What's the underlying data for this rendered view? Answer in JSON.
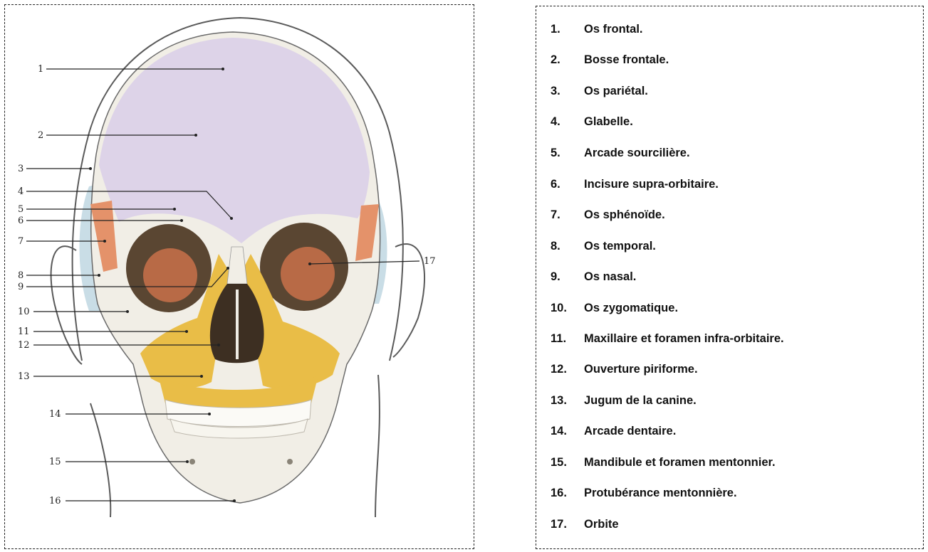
{
  "figure": {
    "callouts": [
      {
        "num": "1"
      },
      {
        "num": "2"
      },
      {
        "num": "3"
      },
      {
        "num": "4"
      },
      {
        "num": "5"
      },
      {
        "num": "6"
      },
      {
        "num": "7"
      },
      {
        "num": "8"
      },
      {
        "num": "9"
      },
      {
        "num": "10"
      },
      {
        "num": "11"
      },
      {
        "num": "12"
      },
      {
        "num": "13"
      },
      {
        "num": "14"
      },
      {
        "num": "15"
      },
      {
        "num": "16"
      },
      {
        "num": "17"
      }
    ],
    "colors": {
      "frontal": "#ddd3e8",
      "maxillary": "#e9bd47",
      "sphenoid": "#e4926a",
      "temporal": "#c9dde6",
      "bone": "#f1eee6",
      "cavity": "#5a4632",
      "outline": "#555555"
    }
  },
  "legend": {
    "items": [
      {
        "num": "1.",
        "text": "Os frontal."
      },
      {
        "num": "2.",
        "text": "Bosse frontale."
      },
      {
        "num": "3.",
        "text": "Os pariétal."
      },
      {
        "num": "4.",
        "text": "Glabelle."
      },
      {
        "num": "5.",
        "text": "Arcade sourcilière."
      },
      {
        "num": "6.",
        "text": "Incisure supra-orbitaire."
      },
      {
        "num": "7.",
        "text": "Os sphénoïde."
      },
      {
        "num": "8.",
        "text": "Os temporal."
      },
      {
        "num": "9.",
        "text": "Os nasal."
      },
      {
        "num": "10.",
        "text": "Os zygomatique."
      },
      {
        "num": "11.",
        "text": "Maxillaire et foramen infra-orbitaire."
      },
      {
        "num": "12.",
        "text": "Ouverture piriforme."
      },
      {
        "num": "13.",
        "text": "Jugum de la canine."
      },
      {
        "num": "14.",
        "text": "Arcade dentaire."
      },
      {
        "num": "15.",
        "text": "Mandibule et foramen mentonnier."
      },
      {
        "num": "16.",
        "text": "Protubérance mentonnière."
      },
      {
        "num": "17.",
        "text": "Orbite"
      }
    ]
  }
}
